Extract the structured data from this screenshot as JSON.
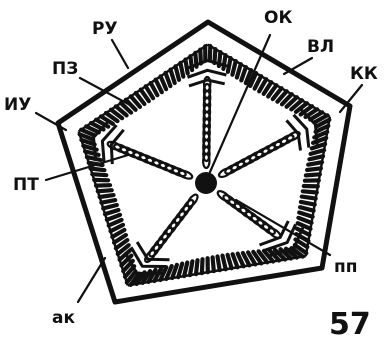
{
  "labels": {
    "ru": "РУ",
    "ok": "ОК",
    "pz": "ПЗ",
    "vl": "ВЛ",
    "iu": "ИУ",
    "kk": "КК",
    "pt": "ПТ",
    "ak": "ак",
    "pp": "пп"
  },
  "figure_number": "57"
}
